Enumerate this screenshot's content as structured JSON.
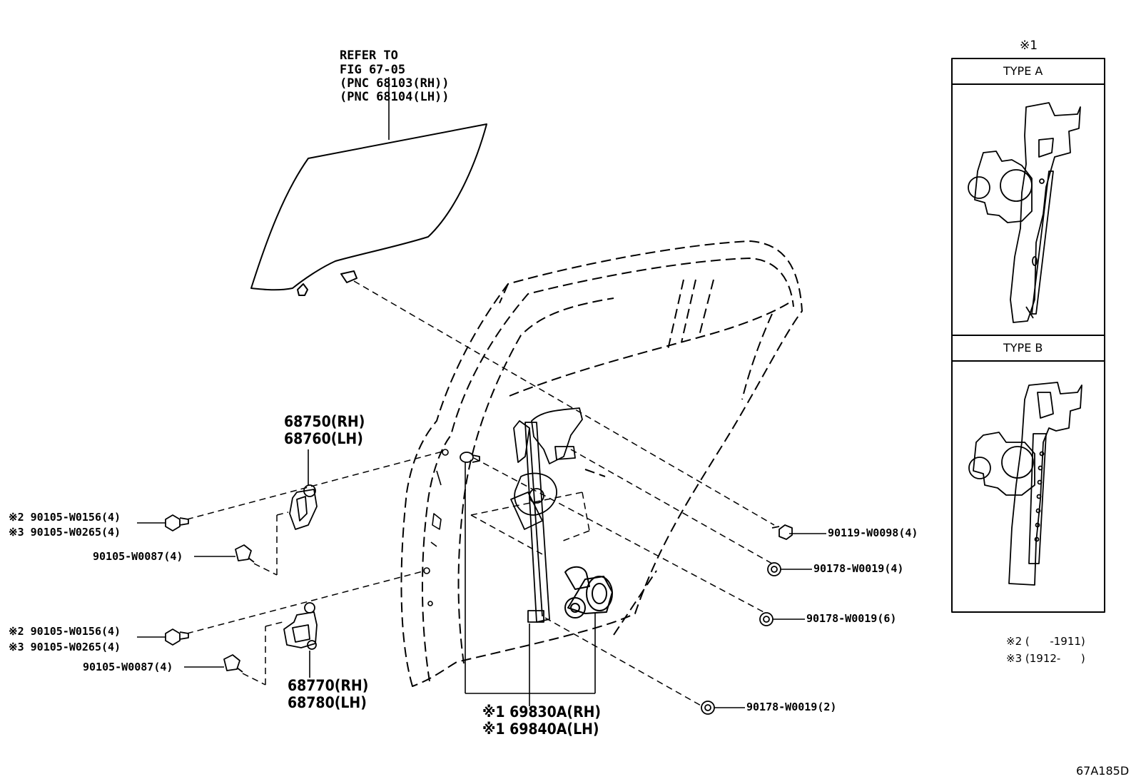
{
  "glass_ref": {
    "line1": "REFER TO",
    "line2": "FIG 67-05",
    "line3": "(PNC 68103(RH))",
    "line4": "(PNC 68104(LH))"
  },
  "upper_hinge": {
    "rh": "68750(RH)",
    "lh": "68760(LH)"
  },
  "lower_hinge": {
    "rh": "68770(RH)",
    "lh": "68780(LH)"
  },
  "regulator": {
    "rh": "※1 69830A(RH)",
    "lh": "※1 69840A(LH)"
  },
  "bolts_upper": {
    "a": "※2 90105-W0156(4)",
    "b": "※3 90105-W0265(4)",
    "c": "90105-W0087(4)"
  },
  "bolts_lower": {
    "a": "※2 90105-W0156(4)",
    "b": "※3 90105-W0265(4)",
    "c": "90105-W0087(4)"
  },
  "right_parts": {
    "p1": "90119-W0098(4)",
    "p2": "90178-W0019(4)",
    "p3": "90178-W0019(6)",
    "p4": "90178-W0019(2)"
  },
  "inset": {
    "note": "※1",
    "type_a": "TYPE A",
    "type_b": "TYPE B"
  },
  "notes": {
    "n2": "※2 (      -1911)",
    "n3": "※3 (1912-      )"
  },
  "figure_code": "67A185D"
}
